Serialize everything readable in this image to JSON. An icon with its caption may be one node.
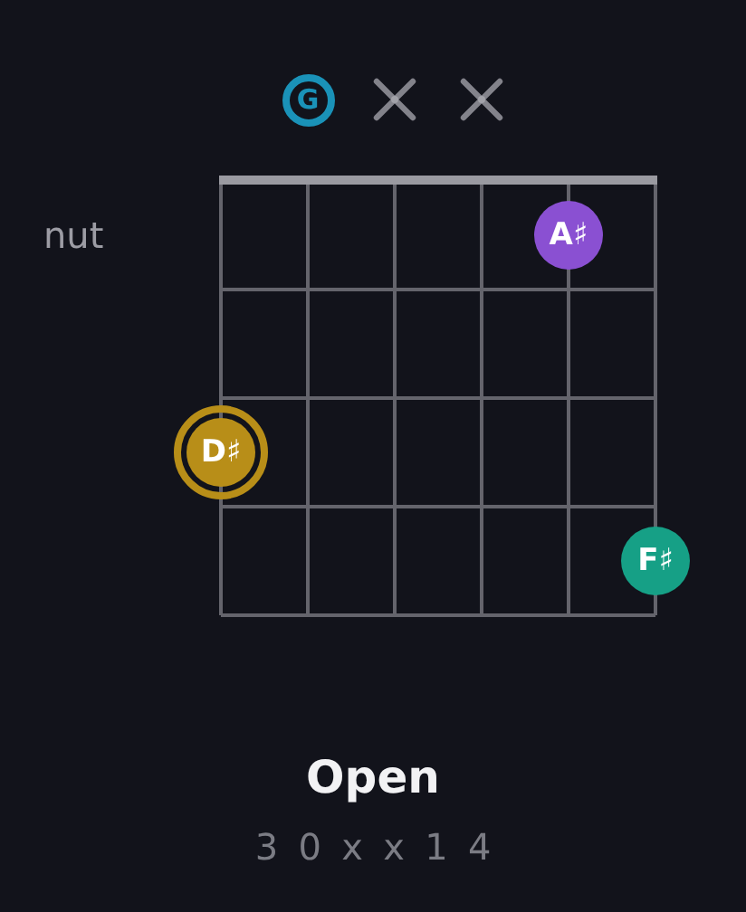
{
  "diagram": {
    "title": "Open",
    "caption": "3 0 x x 1 4",
    "nodes": [
      {
        "text": [
          "G"
        ]
      },
      {
        "text": [],
        "shape": "cross"
      },
      {
        "text": [],
        "shape": "cross"
      },
      {
        "text": [
          "A♯"
        ]
      },
      {
        "text": [
          "D♯"
        ]
      },
      {
        "text": [
          "F♯"
        ]
      }
    ],
    "labels": [
      "nut"
    ]
  }
}
